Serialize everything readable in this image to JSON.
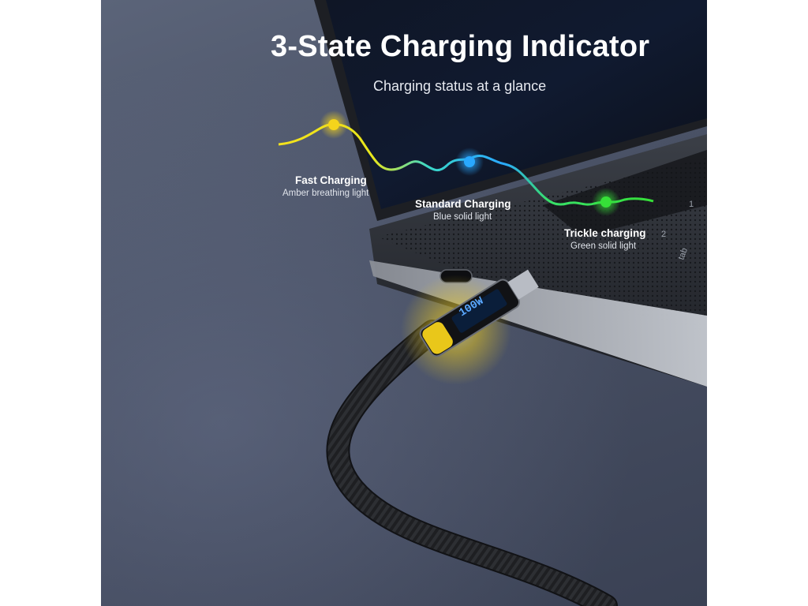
{
  "header": {
    "title": "3-State Charging Indicator",
    "subtitle": "Charging status at a glance"
  },
  "states": [
    {
      "label": "Fast Charging",
      "description": "Amber breathing light",
      "color": "#f4d41c",
      "icon": "amber-dot-icon"
    },
    {
      "label": "Standard Charging",
      "description": "Blue solid light",
      "color": "#29a8ff",
      "icon": "blue-dot-icon"
    },
    {
      "label": "Trickle charging",
      "description": "Green solid light",
      "color": "#36e038",
      "icon": "green-dot-icon"
    }
  ],
  "device": {
    "display_reading": "100W",
    "key_labels": [
      "1",
      "2",
      "tab"
    ]
  },
  "colors": {
    "background": "#4a5266",
    "laptop_body": "#2a2d34",
    "connector_glow": "#f6d21a"
  }
}
